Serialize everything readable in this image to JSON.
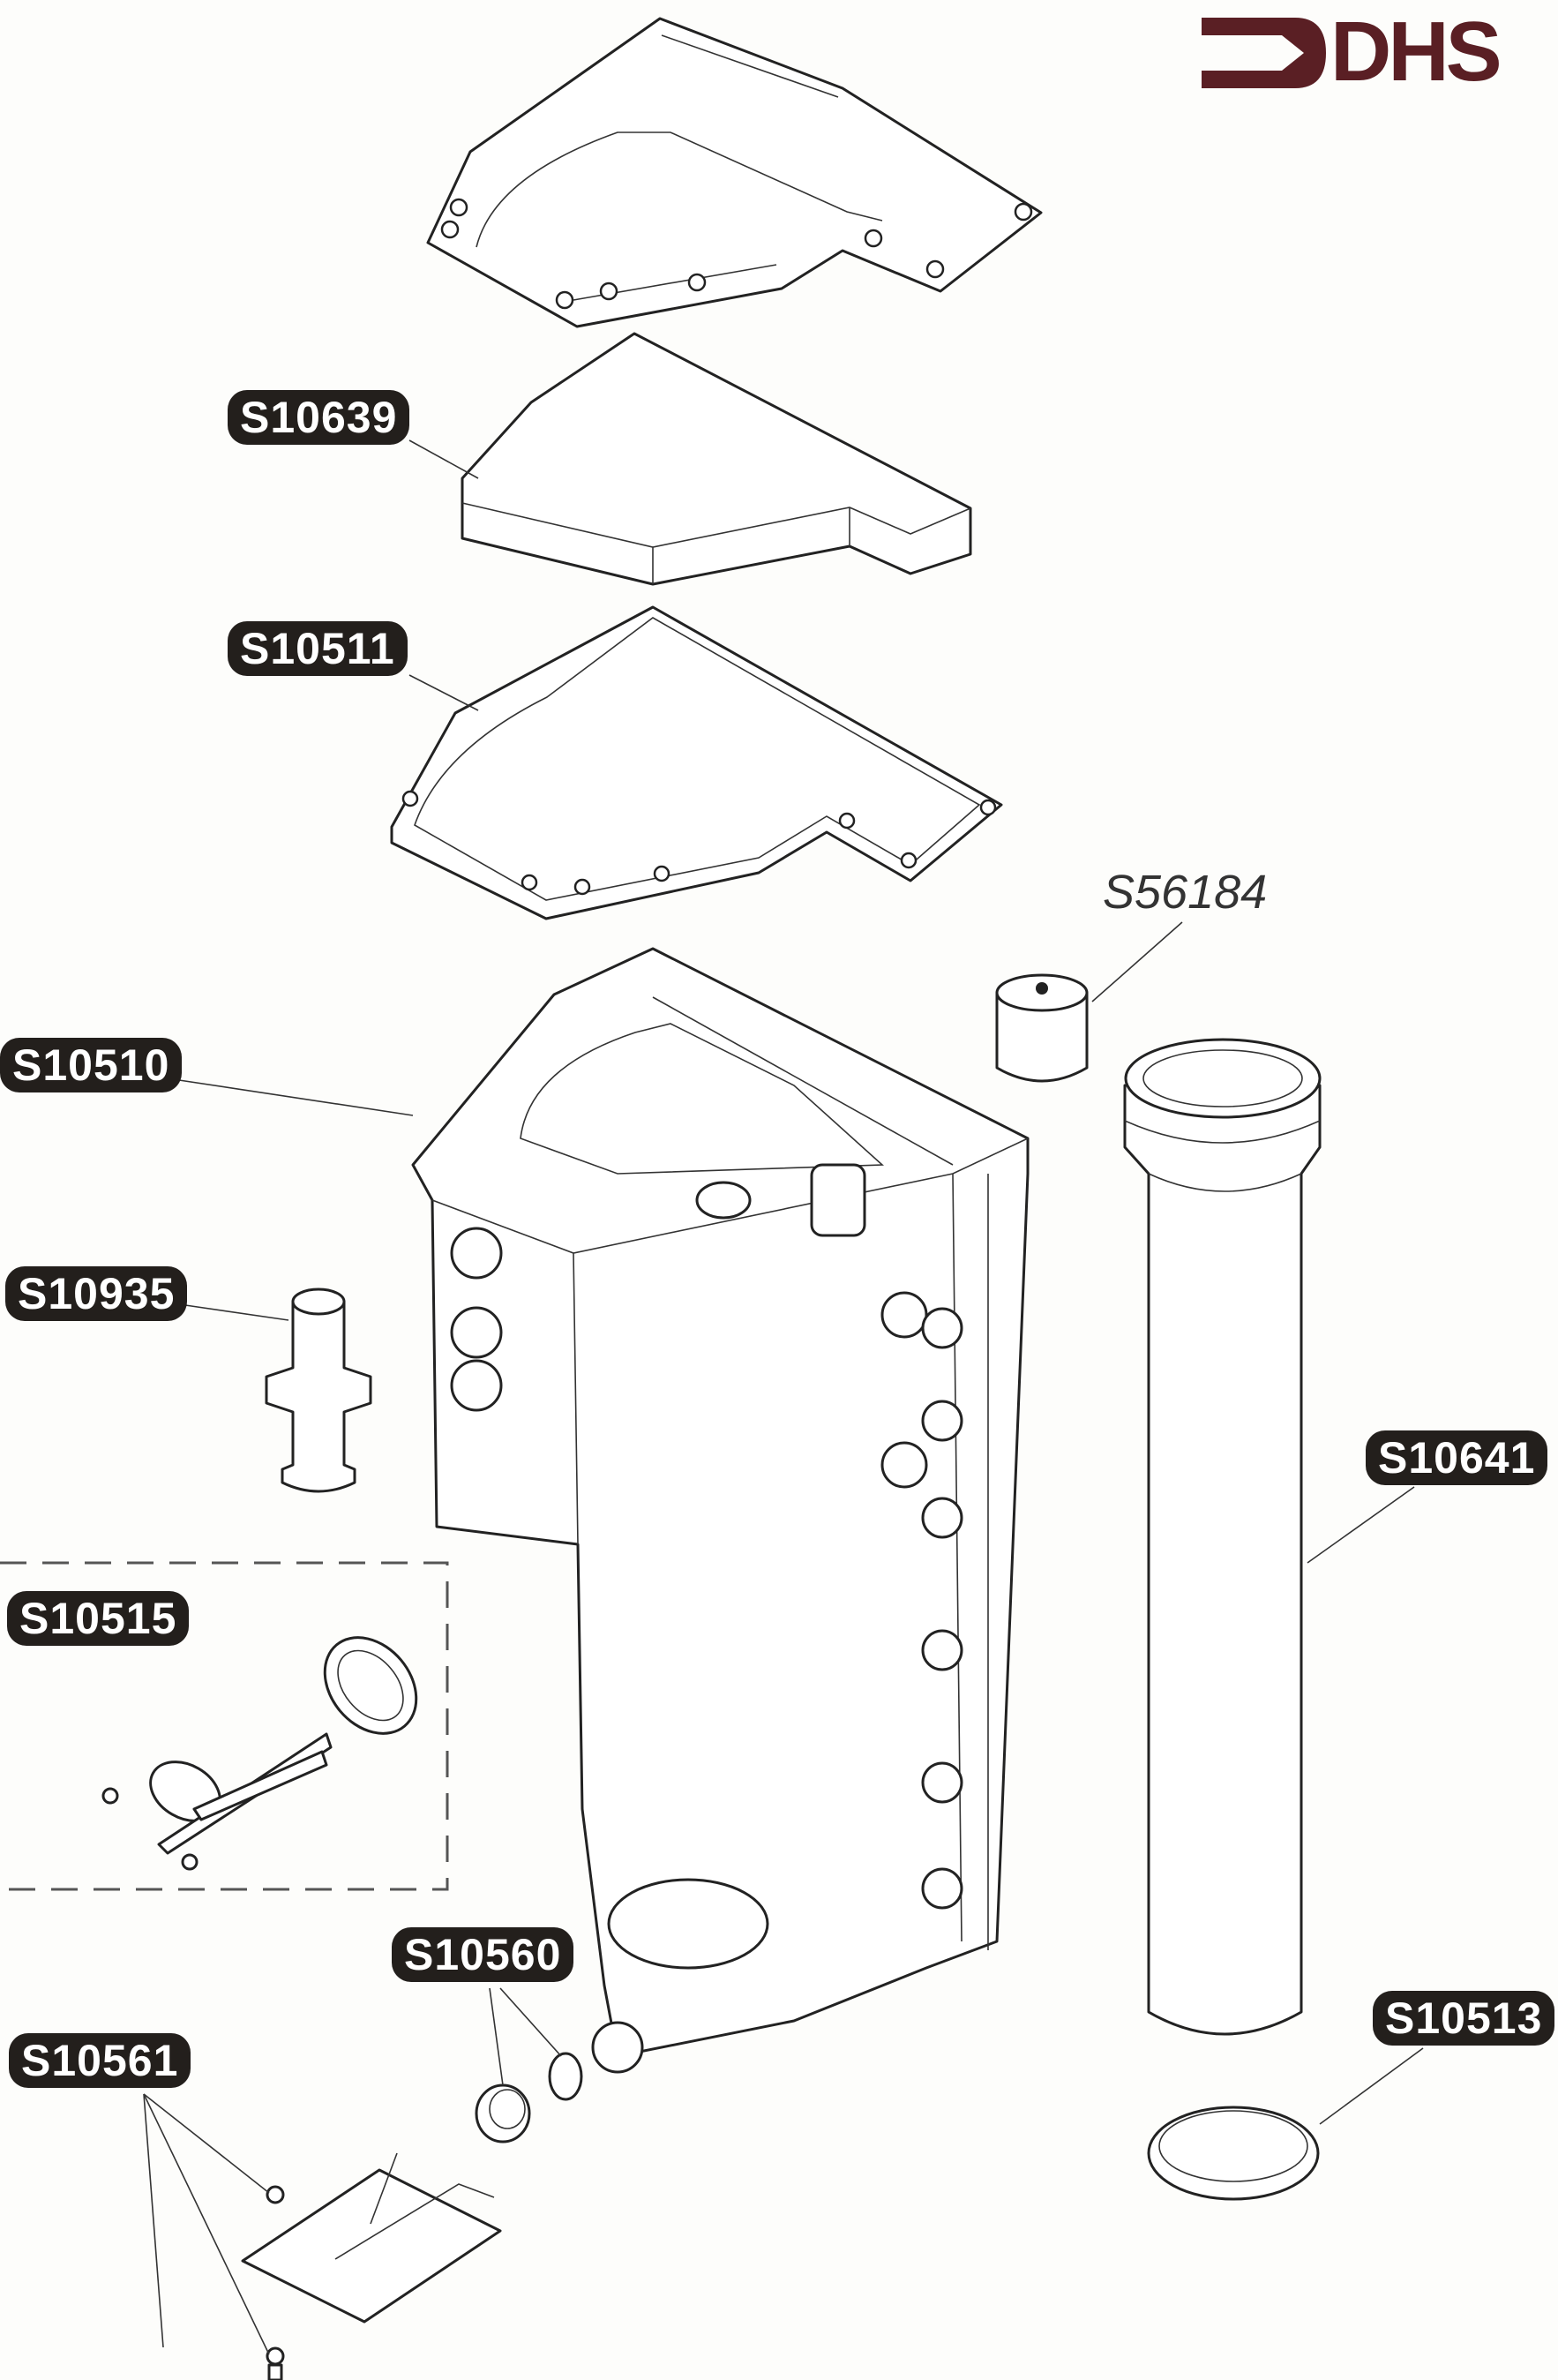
{
  "logo": {
    "text": "DHS",
    "color": "#5a1f24"
  },
  "parts": {
    "upper_insulation": "S10639",
    "cover_gasket": "S10511",
    "air_vent": "S56184",
    "heat_exchanger_body": "S10510",
    "connector_fitting": "S10935",
    "electrode_kit": "S10515",
    "cap_and_oring": "S10560",
    "bracket_kit": "S10561",
    "flue_tube": "S10641",
    "tube_seal": "S10513"
  }
}
